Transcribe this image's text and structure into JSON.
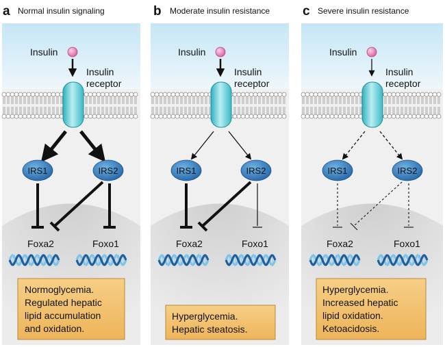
{
  "colors": {
    "panel_bg": "#f0f0f0",
    "sky_top": "#c6e6f6",
    "receptor": "#4fc8d2",
    "irs": "#2f78b8",
    "insulin_ball": "#e986ba",
    "dna_dark": "#1f5f9c",
    "dna_light": "#7fc3e6",
    "note_box": "#f2bf6a",
    "nucleus": "#d8d8d8"
  },
  "panels": [
    {
      "letter": "a",
      "title": "Normal insulin signaling",
      "insulin_label": "Insulin",
      "receptor_label_1": "Insulin",
      "receptor_label_2": "receptor",
      "irs1": "IRS1",
      "irs2": "IRS2",
      "target_1": "Foxa2",
      "target_2": "Foxo1",
      "signal_strength": "strong",
      "note_lines": [
        "Normoglycemia.",
        "Regulated hepatic",
        "lipid accumulation",
        "and oxidation."
      ]
    },
    {
      "letter": "b",
      "title": "Moderate insulin resistance",
      "insulin_label": "Insulin",
      "receptor_label_1": "Insulin",
      "receptor_label_2": "receptor",
      "irs1": "IRS1",
      "irs2": "IRS2",
      "target_1": "Foxa2",
      "target_2": "Foxo1",
      "signal_strength": "moderate",
      "note_lines": [
        "Hyperglycemia.",
        "Hepatic steatosis."
      ]
    },
    {
      "letter": "c",
      "title": "Severe insulin resistance",
      "insulin_label": "Insulin",
      "receptor_label_1": "Insulin",
      "receptor_label_2": "receptor",
      "irs1": "IRS1",
      "irs2": "IRS2",
      "target_1": "Foxa2",
      "target_2": "Foxo1",
      "signal_strength": "weak",
      "note_lines": [
        "Hyperglycemia.",
        "Increased hepatic",
        "lipid oxidation.",
        "Ketoacidosis."
      ]
    }
  ]
}
